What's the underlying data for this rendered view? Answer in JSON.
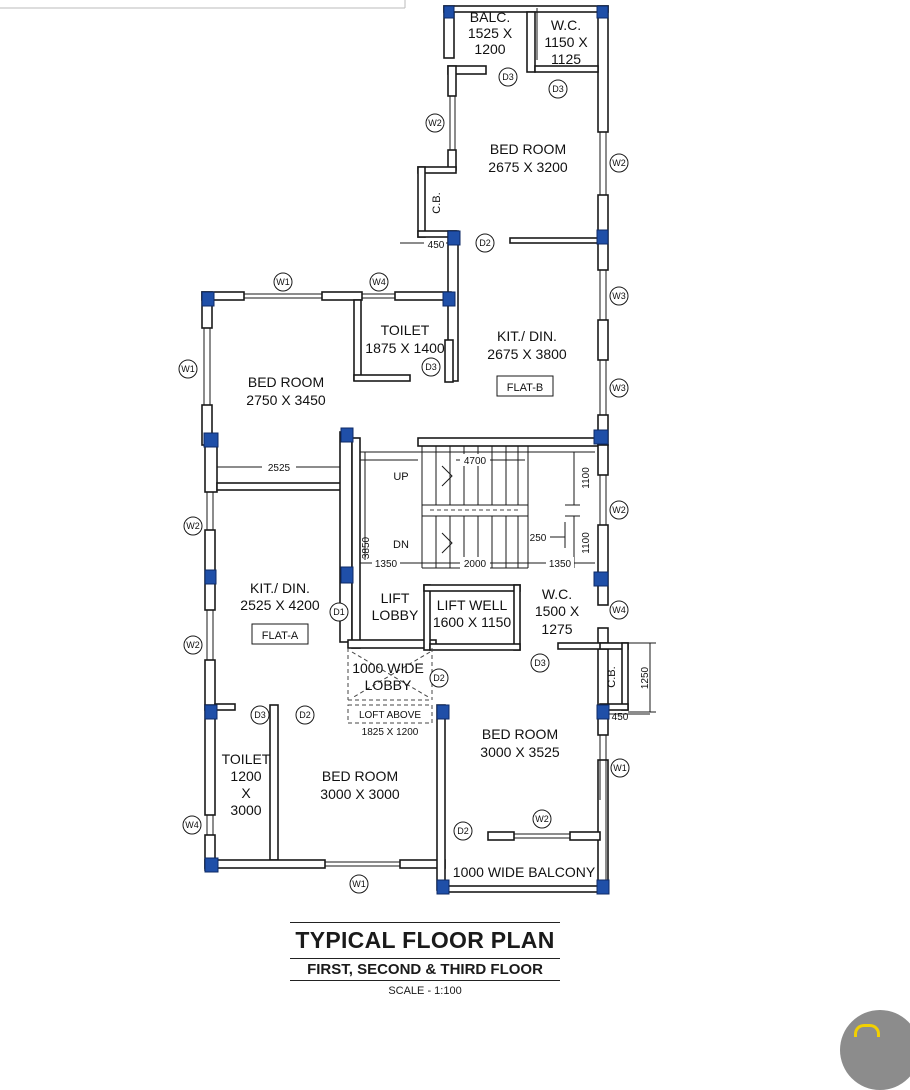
{
  "rooms": {
    "balc_top": [
      "BALC.",
      "1525 X",
      "1200"
    ],
    "wc_top": [
      "W.C.",
      "1150 X",
      "1125"
    ],
    "bed_b": [
      "BED ROOM",
      "2675 X 3200"
    ],
    "cb_top": "C.B.",
    "kit_b": [
      "KIT./ DIN.",
      "2675 X 3800"
    ],
    "toilet_top": [
      "TOILET",
      "1875 X 1400"
    ],
    "bed_nw": [
      "BED ROOM",
      "2750 X 3450"
    ],
    "flat_b": "FLAT-B",
    "flat_a": "FLAT-A",
    "kit_a": [
      "KIT./ DIN.",
      "2525 X 4200"
    ],
    "lift_lobby": [
      "LIFT",
      "LOBBY"
    ],
    "lift_well": [
      "LIFT WELL",
      "1600 X 1150"
    ],
    "wc_mid": [
      "W.C.",
      "1500 X",
      "1275"
    ],
    "cb_right": "C.B.",
    "lobby_1000": [
      "1000 WIDE",
      "LOBBY"
    ],
    "loft": [
      "LOFT ABOVE",
      "1825 X 1200"
    ],
    "bed_se": [
      "BED ROOM",
      "3000 X 3525"
    ],
    "toilet_sw": [
      "TOILET",
      "1200",
      "X",
      "3000"
    ],
    "bed_s": [
      "BED ROOM",
      "3000 X 3000"
    ],
    "balcony": "1000 WIDE BALCONY"
  },
  "stair": {
    "up": "UP",
    "dn": "DN"
  },
  "dims": {
    "d450_top": "450",
    "d2525": "2525",
    "d4700": "4700",
    "d1100a": "1100",
    "d250": "250",
    "d1100b": "1100",
    "d3850": "3850",
    "d1350a": "1350",
    "d2000": "2000",
    "d1350b": "1350",
    "d1250": "1250",
    "d450_right": "450"
  },
  "tags": {
    "d3_balc": "D3",
    "d3_wc": "D3",
    "w2_left_top": "W2",
    "w2_right_top": "W2",
    "d2_top": "D2",
    "w1_top": "W1",
    "w4_top": "W4",
    "w3_a": "W3",
    "d3_toilet": "D3",
    "w1_left": "W1",
    "w3_b": "W3",
    "w2_right_mid": "W2",
    "w2_left_mid": "W2",
    "d1": "D1",
    "w4_right": "W4",
    "w2_left_low": "W2",
    "d3_wc_mid": "D3",
    "d2_lobby": "D2",
    "d3_toilet_sw": "D3",
    "d2_bed_s": "D2",
    "w1_right_low": "W1",
    "w4_left": "W4",
    "d2_bottom": "D2",
    "w2_bottom": "W2",
    "w1_bottom": "W1"
  },
  "title": {
    "main": "TYPICAL FLOOR PLAN",
    "sub": "FIRST, SECOND & THIRD FLOOR",
    "scale": "SCALE - 1:100"
  },
  "colors": {
    "column": "#1f4fa8",
    "line": "#1a1a1a"
  }
}
